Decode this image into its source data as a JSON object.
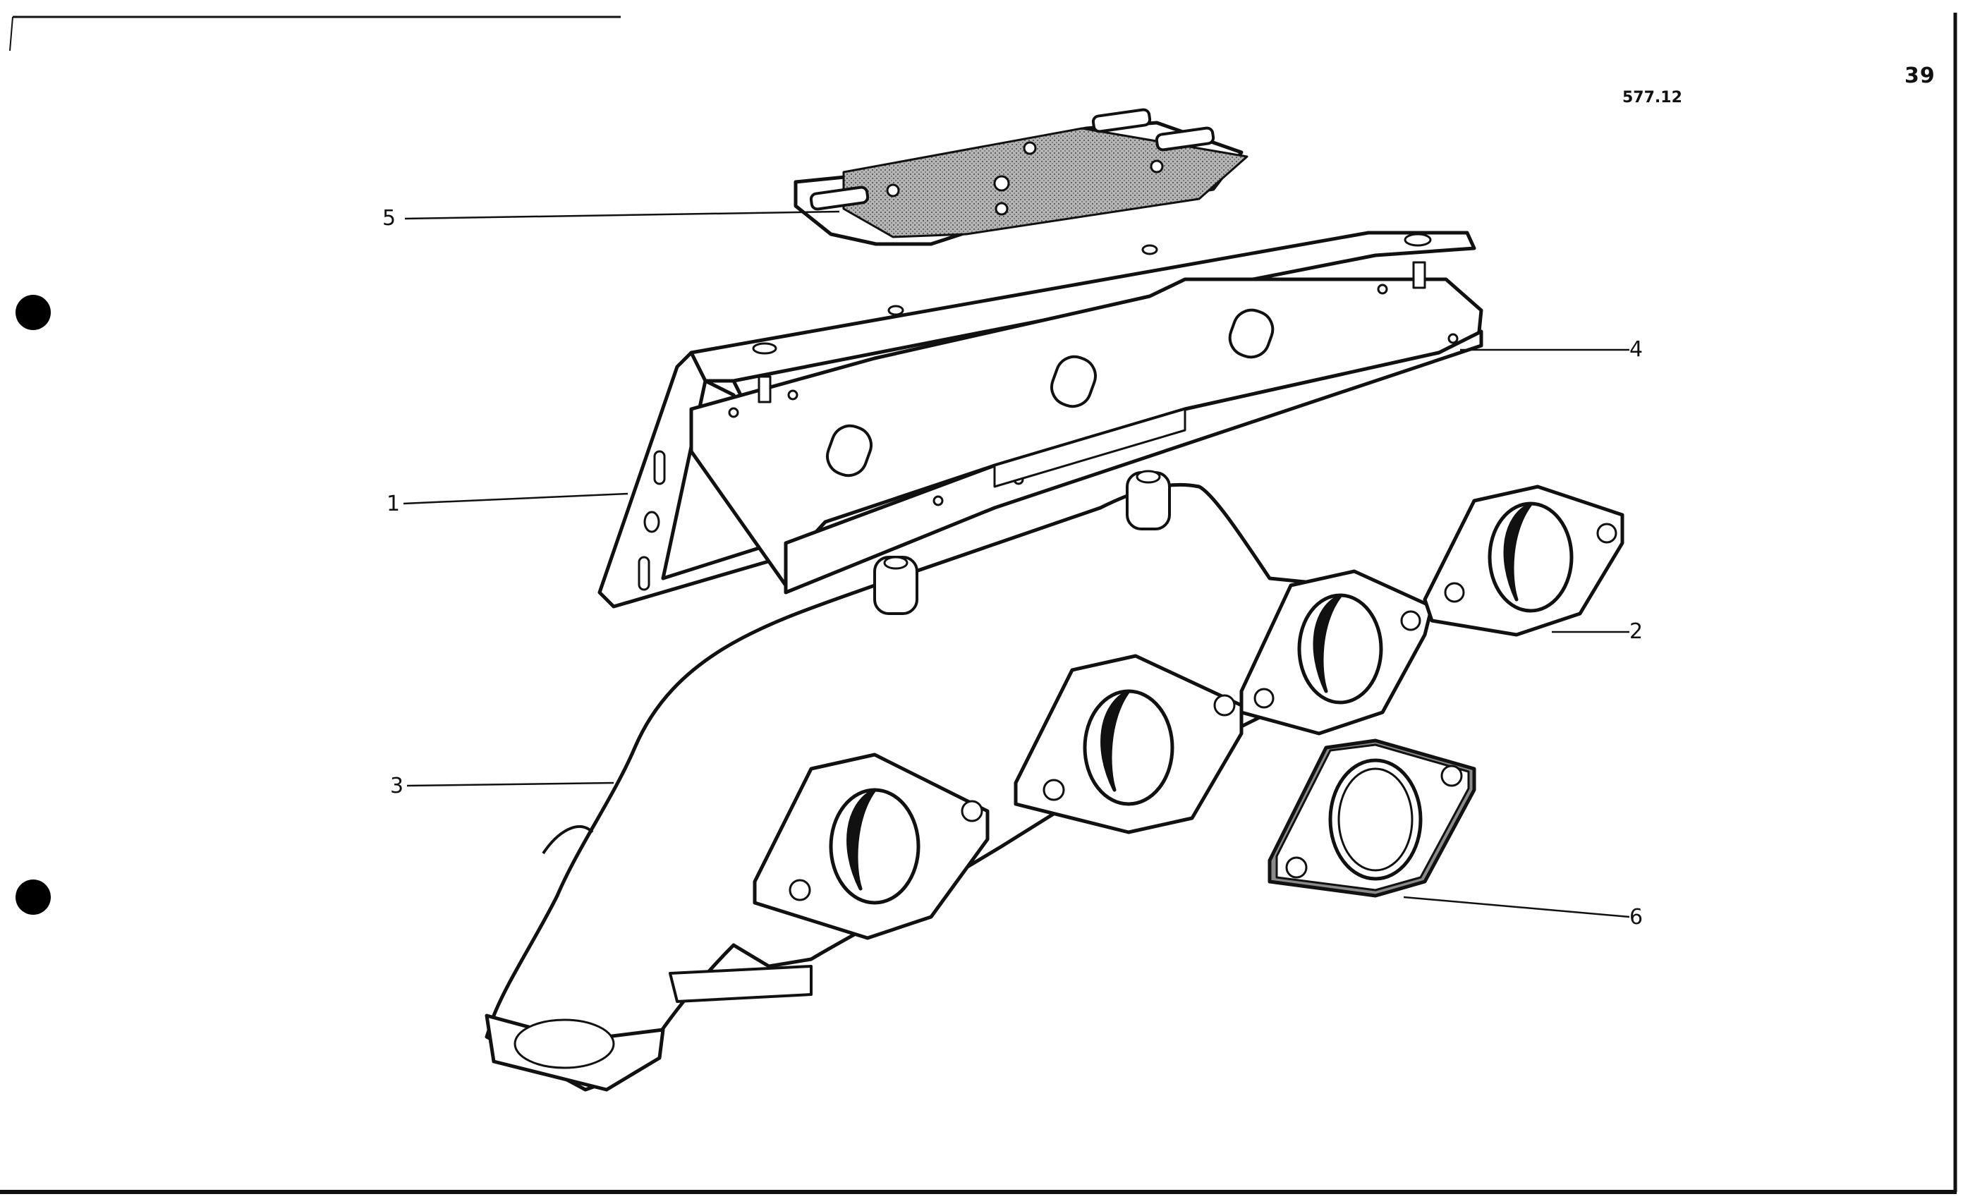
{
  "page": {
    "number": "39",
    "drawing_ref": "577.12"
  },
  "callouts": [
    {
      "id": "part-1",
      "label": "1"
    },
    {
      "id": "part-2",
      "label": "2"
    },
    {
      "id": "part-3",
      "label": "3"
    },
    {
      "id": "part-4",
      "label": "4"
    },
    {
      "id": "part-5",
      "label": "5"
    },
    {
      "id": "part-6",
      "label": "6"
    }
  ],
  "colors": {
    "ink": "#111111",
    "paper": "#ffffff",
    "gasket_fill": "#8a8a8a"
  }
}
